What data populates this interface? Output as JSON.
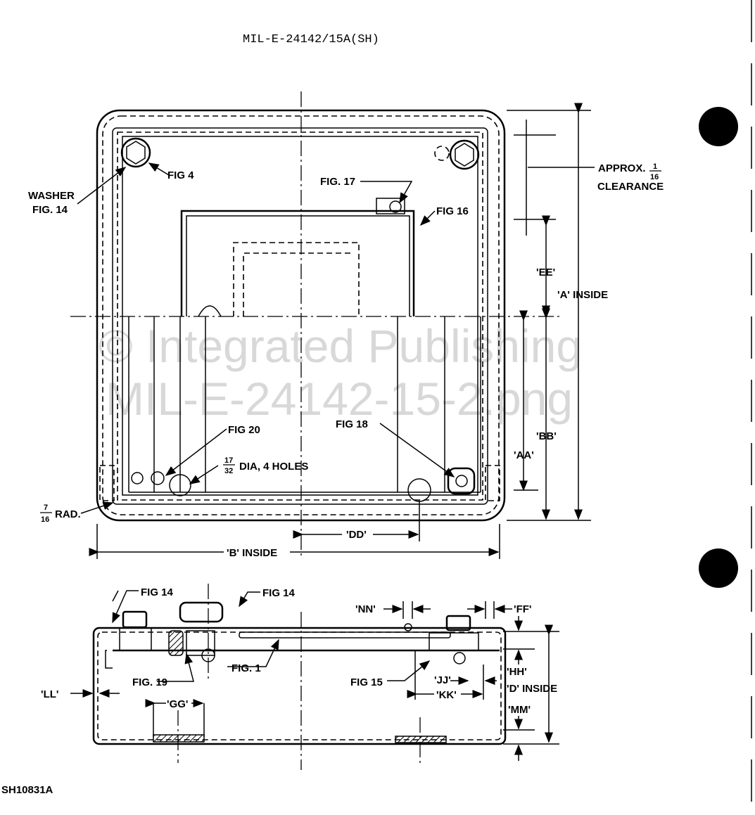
{
  "title": "MIL-E-24142/15A(SH)",
  "watermark": {
    "line1": "© Integrated Publishing",
    "line2": "MIL-E-24142-15-2.png"
  },
  "drawing_id": "SH10831A",
  "plan_view": {
    "fig4": "FIG 4",
    "washer_line1": "WASHER",
    "washer_line2": "FIG. 14",
    "fig17": "FIG. 17",
    "fig16": "FIG 16",
    "approx": "APPROX.",
    "frac_num": "1",
    "frac_den": "16",
    "clearance": "CLEARANCE",
    "ee": "'EE'",
    "a_inside": "'A' INSIDE",
    "bb": "'BB'",
    "aa": "'AA'",
    "fig18": "FIG 18",
    "fig20": "FIG 20",
    "holes_num": "17",
    "holes_den": "32",
    "holes": "DIA, 4 HOLES",
    "rad_num": "7",
    "rad_den": "16",
    "rad": "RAD.",
    "dd": "'DD'",
    "b_inside": "'B' INSIDE"
  },
  "section_view": {
    "fig14_left": "FIG 14",
    "fig14_right": "FIG 14",
    "nn": "'NN'",
    "ff": "'FF'",
    "hh": "'HH'",
    "d_inside": "'D' INSIDE",
    "mm": "'MM'",
    "fig1": "FIG. 1",
    "fig19": "FIG. 19",
    "fig15": "FIG 15",
    "jj": "'JJ'",
    "kk": "'KK'",
    "ll": "'LL'",
    "gg": "'GG'"
  }
}
